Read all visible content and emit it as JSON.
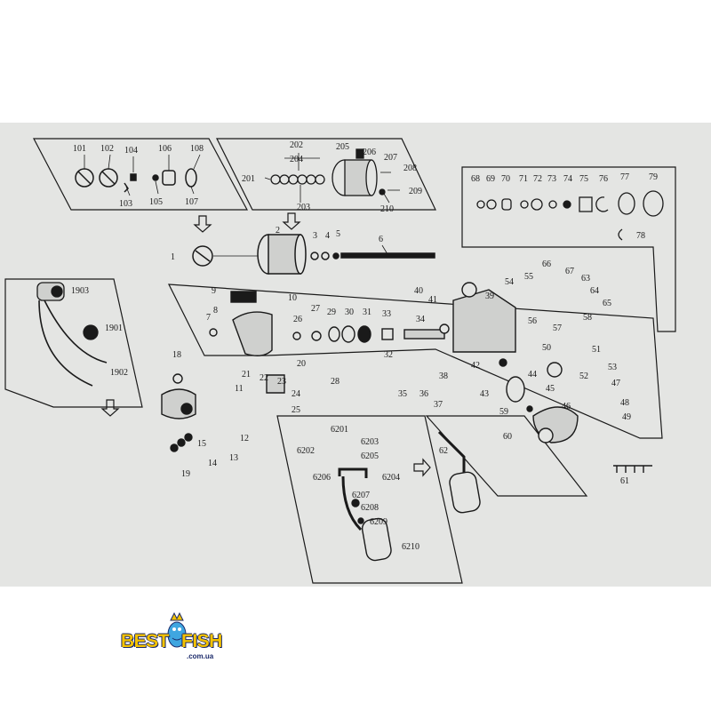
{
  "logo": {
    "brand_left": "BEST",
    "brand_right": "FISH",
    "domain": ".com.ua"
  },
  "labels": {
    "l101": "101",
    "l102": "102",
    "l104": "104",
    "l106": "106",
    "l108": "108",
    "l103": "103",
    "l105": "105",
    "l107": "107",
    "l202": "202",
    "l204": "204",
    "l205": "205",
    "l206": "206",
    "l207": "207",
    "l208": "208",
    "l201": "201",
    "l203": "203",
    "l209": "209",
    "l210": "210",
    "l68": "68",
    "l69": "69",
    "l70": "70",
    "l71": "71",
    "l72": "72",
    "l73": "73",
    "l74": "74",
    "l75": "75",
    "l76": "76",
    "l77": "77",
    "l79": "79",
    "l78": "78",
    "l1": "1",
    "l2": "2",
    "l3": "3",
    "l4": "4",
    "l5": "5",
    "l6": "6",
    "l1903": "1903",
    "l1901": "1901",
    "l1902": "1902",
    "l9": "9",
    "l10": "10",
    "l7": "7",
    "l8": "8",
    "l26": "26",
    "l27": "27",
    "l29": "29",
    "l30": "30",
    "l31": "31",
    "l33": "33",
    "l34": "34",
    "l32": "32",
    "l20": "20",
    "l21": "21",
    "l22": "22",
    "l23": "23",
    "l24": "24",
    "l25": "25",
    "l28": "28",
    "l18": "18",
    "l11": "11",
    "l12": "12",
    "l13": "13",
    "l14": "14",
    "l15": "15",
    "l19": "19",
    "l40": "40",
    "l41": "41",
    "l39": "39",
    "l38": "38",
    "l35": "35",
    "l36": "36",
    "l37": "37",
    "l42": "42",
    "l43": "43",
    "l44": "44",
    "l45": "45",
    "l46": "46",
    "l47": "47",
    "l48": "48",
    "l49": "49",
    "l50": "50",
    "l51": "51",
    "l52": "52",
    "l53": "53",
    "l54": "54",
    "l55": "55",
    "l56": "56",
    "l57": "57",
    "l58": "58",
    "l59": "59",
    "l60": "60",
    "l61": "61",
    "l62": "62",
    "l63": "63",
    "l64": "64",
    "l65": "65",
    "l66": "66",
    "l67": "67",
    "l6201": "6201",
    "l6202": "6202",
    "l6203": "6203",
    "l6204": "6204",
    "l6205": "6205",
    "l6206": "6206",
    "l6207": "6207",
    "l6208": "6208",
    "l6209": "6209",
    "l6210": "6210"
  },
  "icons": {
    "arrow": "down-arrow-icon",
    "arrow_right": "right-arrow-icon"
  }
}
